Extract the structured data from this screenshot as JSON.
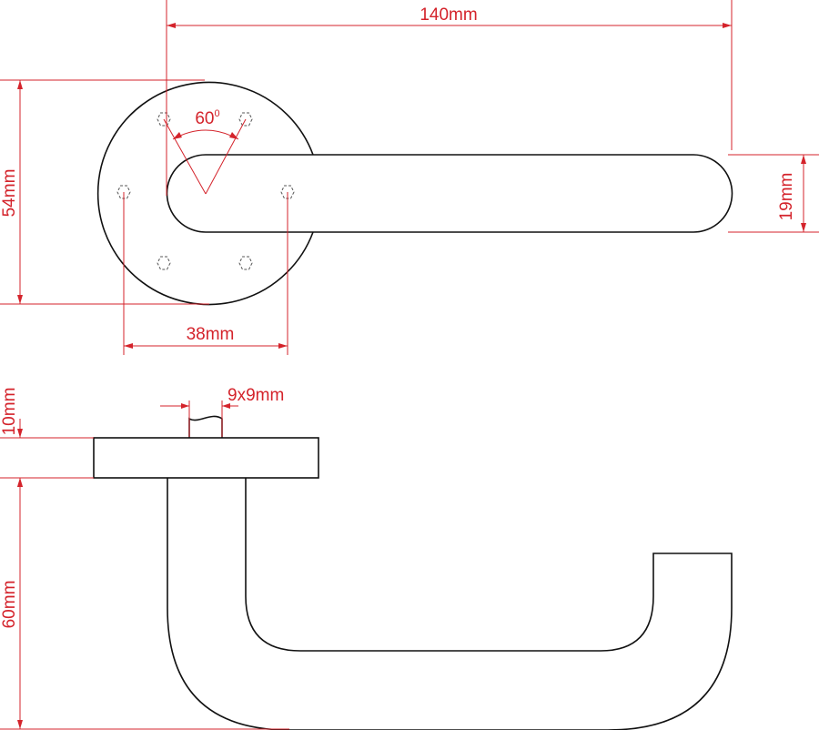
{
  "labels": {
    "handle_length": "140mm",
    "rose_diameter": "54mm",
    "handle_thickness": "19mm",
    "screw_spacing": "38mm",
    "screw_angle": "60",
    "screw_angle_unit": "0",
    "spindle_size": "9x9mm",
    "rose_thickness": "10mm",
    "handle_projection": "60mm"
  },
  "colors": {
    "dimension": "#d4232b",
    "outline": "#111111"
  }
}
